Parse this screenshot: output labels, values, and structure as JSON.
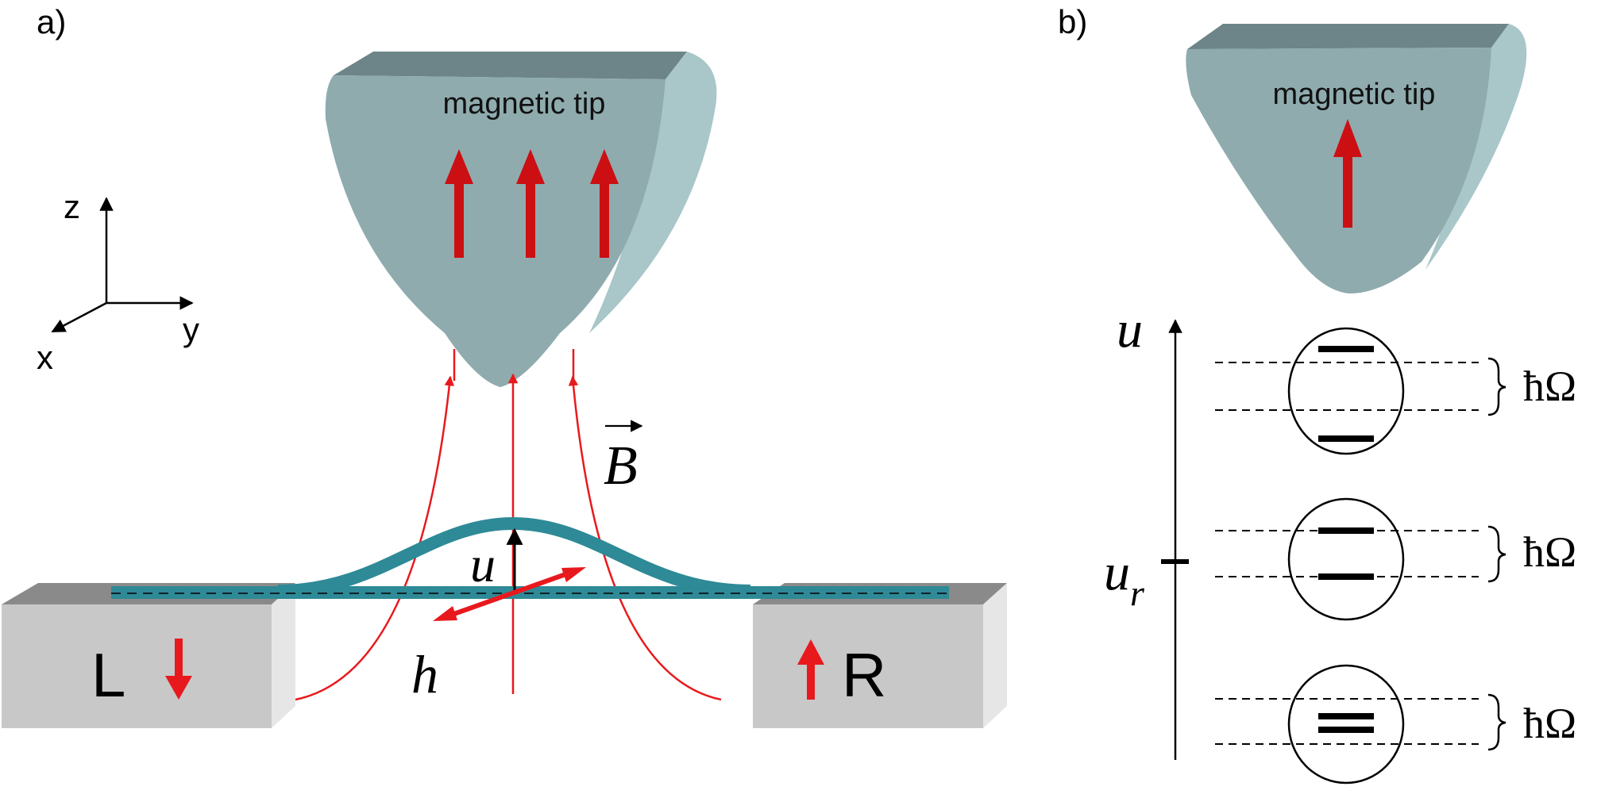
{
  "panel_a": {
    "label": "a)",
    "tip_label": "magnetic tip",
    "axes": {
      "z": "z",
      "y": "y",
      "x": "x"
    },
    "field_label": "B",
    "displacement_label": "u",
    "h_label": "h",
    "left_lead": "L",
    "right_lead": "R"
  },
  "panel_b": {
    "label": "b)",
    "tip_label": "magnetic tip",
    "axis_label": "u",
    "ur_label": "u",
    "ur_subscript": "r",
    "spacing_labels": [
      "ħΩ",
      "ħΩ",
      "ħΩ"
    ]
  },
  "colors": {
    "tip": "#8fabae",
    "tip_top": "#6d8588",
    "tip_side": "#a9c6c9",
    "arrow_red": "#cc0f12",
    "field_red": "#e8191d",
    "beam": "#2e8a96",
    "lead_front": "#c8c8c8",
    "lead_top": "#8a8a8a",
    "lead_side": "#e6e6e6"
  }
}
